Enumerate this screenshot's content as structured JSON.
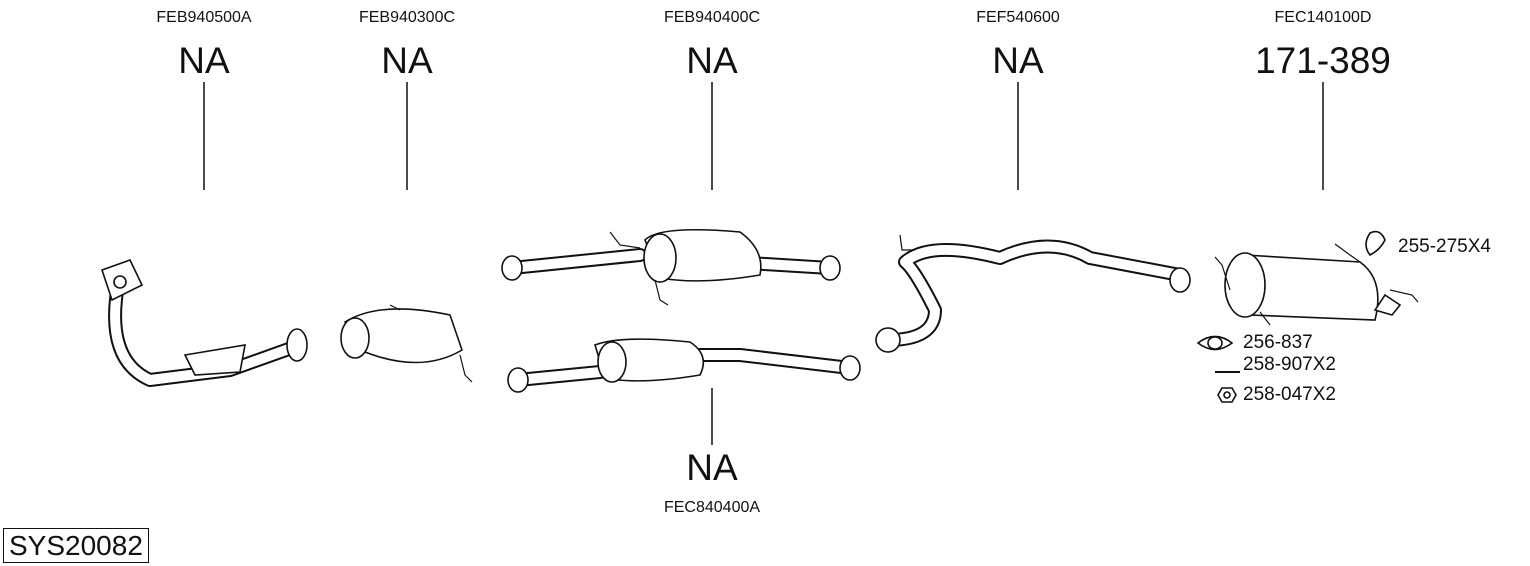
{
  "system_id": "SYS20082",
  "parts": [
    {
      "code": "FEB940500A",
      "price": "NA"
    },
    {
      "code": "FEB940300C",
      "price": "NA"
    },
    {
      "code": "FEB940400C",
      "price": "NA"
    },
    {
      "code": "FEF540600",
      "price": "NA"
    },
    {
      "code": "FEC140100D",
      "price": "171-389"
    },
    {
      "code": "FEC840400A",
      "price": "NA"
    }
  ],
  "accessories": [
    {
      "code": "255-275X4",
      "icon": "rubber-hanger-icon"
    },
    {
      "code": "256-837",
      "icon": "gasket-icon"
    },
    {
      "code": "258-907X2",
      "icon": "bolt-icon"
    },
    {
      "code": "258-047X2",
      "icon": "nut-icon"
    }
  ]
}
